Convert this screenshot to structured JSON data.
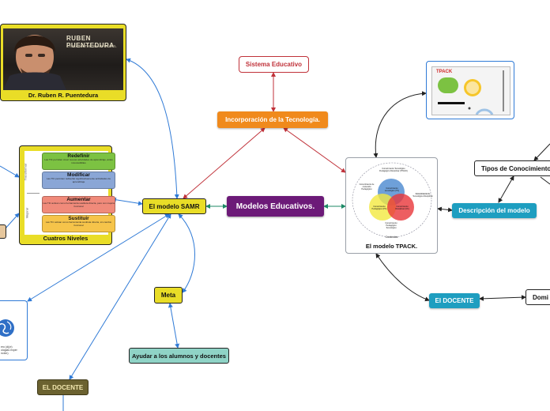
{
  "central": {
    "label": "Modelos Educativos."
  },
  "samr": {
    "label": "El modelo SAMR",
    "portrait": {
      "caption": "Dr. Ruben R. Puentedura",
      "overlay_line1": "RUBEN PUENTEDURA",
      "overlay_line2": "EXPLAINS THE SAMR MODEL"
    },
    "levels_card": {
      "caption": "Cuatros Niveles",
      "side_labels": [
        "Transformar",
        "Mejorar"
      ],
      "levels": [
        {
          "name": "Redefinir",
          "desc": "Las TIC permiten crear nuevas actividades de aprendizaje, antes inconcebibles",
          "color": "#7cc242"
        },
        {
          "name": "Modificar",
          "desc": "Las TIC permiten rediseñar significativamente actividades de aprendizaje",
          "color": "#8aa6d6"
        },
        {
          "name": "Aumentar",
          "desc": "Las TIC actúan como herramienta sustituta directa, pero con mejora funcional",
          "color": "#f08a7a"
        },
        {
          "name": "Sustituir",
          "desc": "Las TIC actúan como herramienta sustituta directa, sin cambio funcional",
          "color": "#f6c44a"
        }
      ]
    },
    "meta": {
      "label": "Meta",
      "child": "Ayudar a los alumnos y docentes"
    },
    "docente": {
      "label": "EL DOCENTE"
    },
    "globe_card": {
      "line1": "ero (d)(e)",
      "line2": "ologias exper",
      "line3": "nción)"
    }
  },
  "tecnologia": {
    "label": "Incorporación de la Tecnología."
  },
  "sistema": {
    "label": "Sistema Educativo"
  },
  "tpack": {
    "caption": "El modelo TPACK.",
    "title_top": "Conocimiento Tecnológico Pedagógico Disciplinar (TPACK)",
    "circle_labels": [
      "Conocimiento tecnológico (TK)",
      "Conocimiento Pedagógico (PK)",
      "Conocimiento Disciplinar (CK)"
    ],
    "outer_labels": [
      "Conocimiento de contenido Pedagógico",
      "Conocimiento de Tecnológico Disciplinar",
      "Conocimiento Pedagógico Tecnológico"
    ],
    "context": "Contextos",
    "screen_label": "TPACK",
    "descripcion": "Descripción del modelo",
    "tipos": "Tipos de Conocimiento",
    "el_docente": "El DOCENTE",
    "domi": "Domi"
  },
  "colors": {
    "samr_links": "#2f7ad6",
    "tpack_links": "#1d8a66",
    "tecnologia_links": "#c0323a",
    "right_links": "#222222"
  }
}
